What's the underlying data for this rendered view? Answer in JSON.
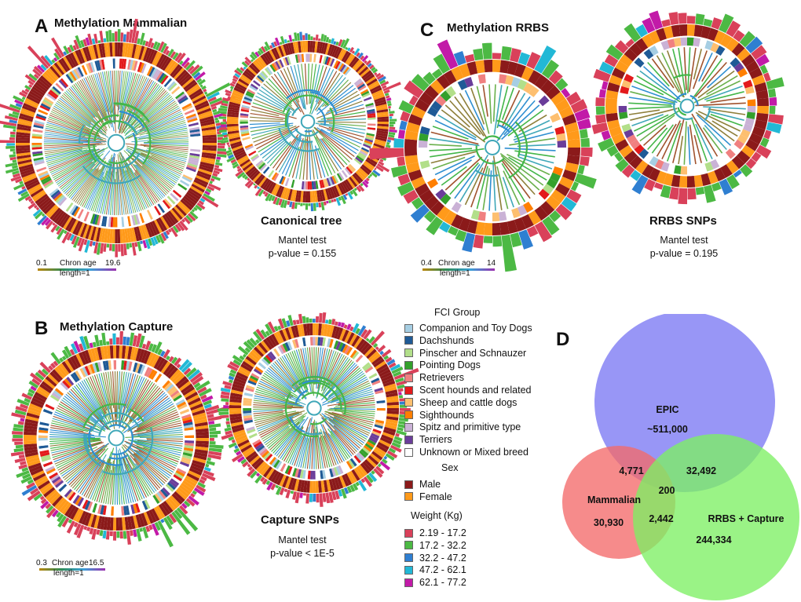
{
  "panels": {
    "A": {
      "letter": "A",
      "title": "Methylation Mammalian"
    },
    "B": {
      "letter": "B",
      "title": "Methylation Capture"
    },
    "C": {
      "letter": "C",
      "title": "Methylation RRBS"
    },
    "D": {
      "letter": "D"
    }
  },
  "comparisons": [
    {
      "name": "Canonical tree",
      "test": "Mantel test",
      "pvalue": "p-value = 0.155"
    },
    {
      "name": "RRBS SNPs",
      "test": "Mantel test",
      "pvalue": "p-value = 0.195"
    },
    {
      "name": "Capture SNPs",
      "test": "Mantel test",
      "pvalue": "p-value < 1E-5"
    }
  ],
  "scales": {
    "A": {
      "min": "0.1",
      "label": "Chron age",
      "max": "19.6",
      "length": "length=1"
    },
    "B": {
      "min": "0.3",
      "label": "Chron age",
      "max": "16.5",
      "length": "length=1"
    },
    "C": {
      "min": "0.4",
      "label": "Chron age",
      "max": "14",
      "length": "length=1"
    }
  },
  "legend": {
    "fci_title": "FCI Group",
    "fci": [
      {
        "label": "Companion and Toy Dogs",
        "color": "#a6cee3"
      },
      {
        "label": "Dachshunds",
        "color": "#1f5a96"
      },
      {
        "label": "Pinscher and Schnauzer",
        "color": "#b2df8a"
      },
      {
        "label": "Pointing Dogs",
        "color": "#33a02c"
      },
      {
        "label": "Retrievers",
        "color": "#f08080"
      },
      {
        "label": "Scent hounds and related",
        "color": "#e31a1c"
      },
      {
        "label": "Sheep and cattle dogs",
        "color": "#fdbf6f"
      },
      {
        "label": "Sighthounds",
        "color": "#ff7f00"
      },
      {
        "label": "Spitz and primitive type",
        "color": "#cab2d6"
      },
      {
        "label": "Terriers",
        "color": "#6a3d9a"
      },
      {
        "label": "Unknown or Mixed breed",
        "color": "#ffffff"
      }
    ],
    "sex_title": "Sex",
    "sex": [
      {
        "label": "Male",
        "color": "#8b1a1a"
      },
      {
        "label": "Female",
        "color": "#ff9a1a"
      }
    ],
    "weight_title": "Weight (Kg)",
    "weight": [
      {
        "label": "2.19 - 17.2",
        "color": "#d9415a"
      },
      {
        "label": "17.2 - 32.2",
        "color": "#4cb944"
      },
      {
        "label": "32.2 - 47.2",
        "color": "#2f7fd1"
      },
      {
        "label": "47.2 - 62.1",
        "color": "#22b8d6"
      },
      {
        "label": "62.1 - 77.2",
        "color": "#c21aa8"
      }
    ]
  },
  "venn": {
    "sets": [
      {
        "name": "EPIC",
        "value": "~511,000",
        "color": "#7b79f4"
      },
      {
        "name": "Mammalian",
        "value": "30,930",
        "color": "#f46a6a"
      },
      {
        "name": "RRBS + Capture",
        "value": "244,334",
        "color": "#7ef064"
      }
    ],
    "intersections": {
      "epic_mammalian": "4,771",
      "epic_rrbs": "32,492",
      "mammalian_rrbs": "2,442",
      "all": "200"
    }
  }
}
